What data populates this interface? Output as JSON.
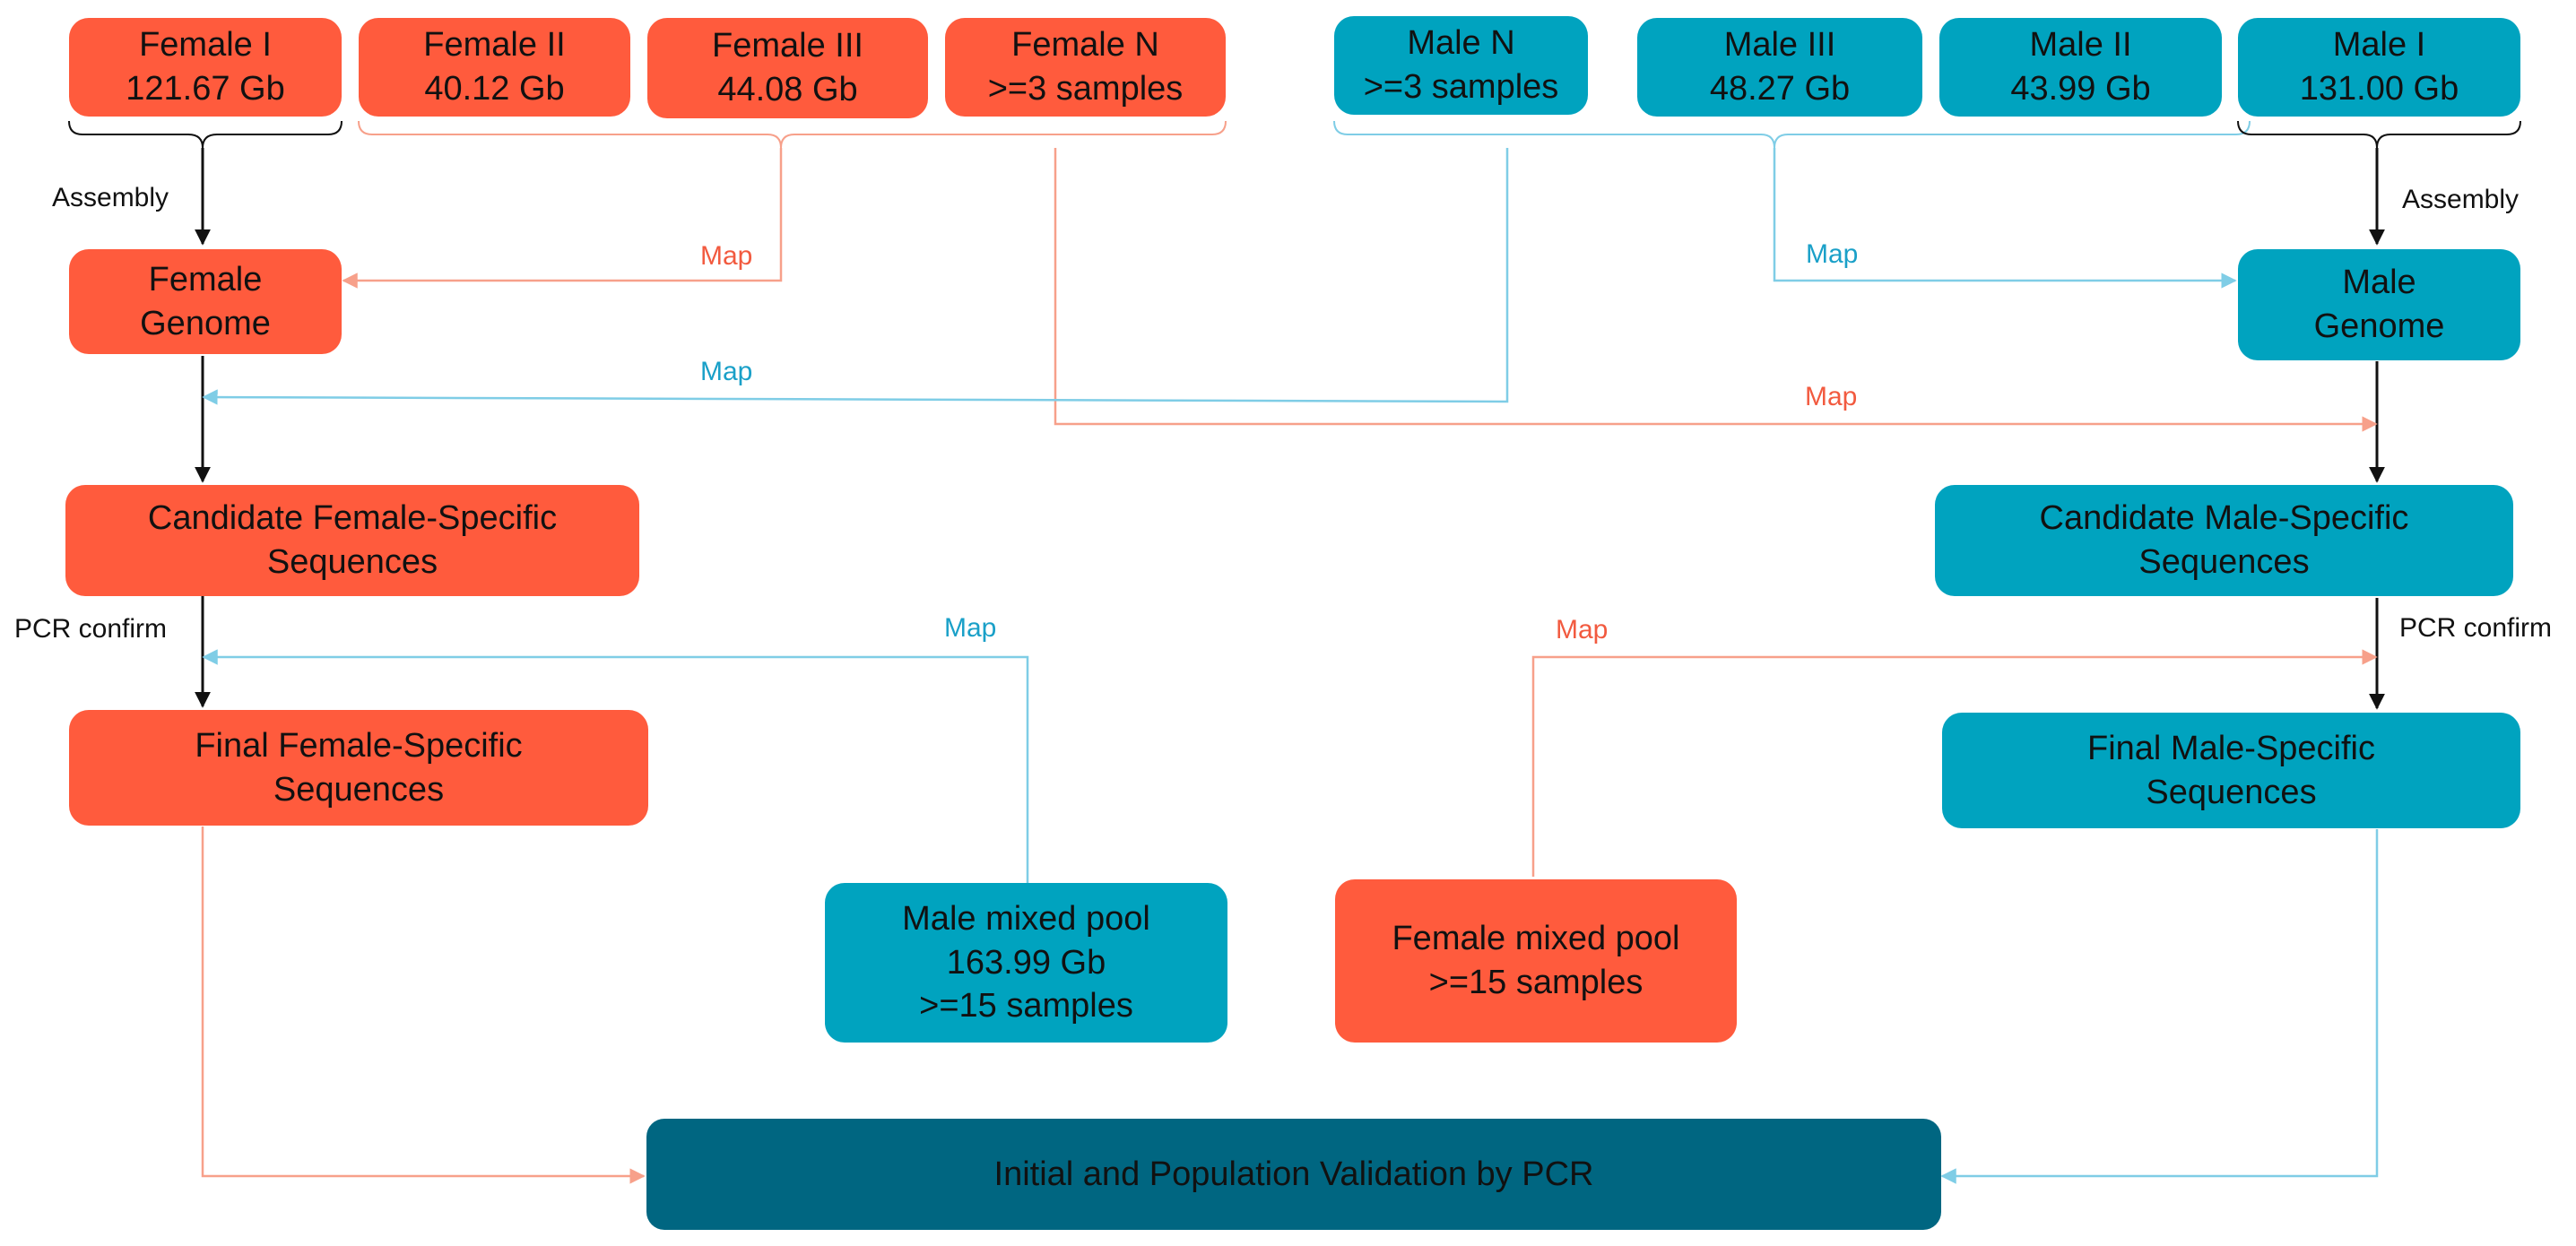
{
  "colors": {
    "female": "#FF5B3D",
    "male": "#00A3BF",
    "final": "#006681",
    "female_line": "#F7A08A",
    "male_line": "#7FCDE6",
    "black": "#111111"
  },
  "female_samples": [
    {
      "name": "Female I",
      "value": "121.67 Gb"
    },
    {
      "name": "Female II",
      "value": "40.12 Gb"
    },
    {
      "name": "Female III",
      "value": "44.08 Gb"
    },
    {
      "name": "Female N",
      "value": ">=3 samples"
    }
  ],
  "male_samples": [
    {
      "name": "Male N",
      "value": ">=3 samples"
    },
    {
      "name": "Male III",
      "value": "48.27 Gb"
    },
    {
      "name": "Male II",
      "value": "43.99 Gb"
    },
    {
      "name": "Male I",
      "value": "131.00 Gb"
    }
  ],
  "female_genome": {
    "line1": "Female",
    "line2": "Genome"
  },
  "male_genome": {
    "line1": "Male",
    "line2": "Genome"
  },
  "female_candidate": {
    "line1": "Candidate Female-Specific",
    "line2": "Sequences"
  },
  "male_candidate": {
    "line1": "Candidate Male-Specific",
    "line2": "Sequences"
  },
  "female_final": {
    "line1": "Final Female-Specific",
    "line2": "Sequences"
  },
  "male_final": {
    "line1": "Final Male-Specific",
    "line2": "Sequences"
  },
  "male_pool": {
    "line1": "Male mixed pool",
    "line2": "163.99 Gb",
    "line3": ">=15 samples"
  },
  "female_pool": {
    "line1": "Female mixed pool",
    "line2": ">=15 samples"
  },
  "validation": "Initial and Population Validation by PCR",
  "labels": {
    "assembly": "Assembly",
    "pcr_confirm": "PCR confirm",
    "map": "Map"
  }
}
